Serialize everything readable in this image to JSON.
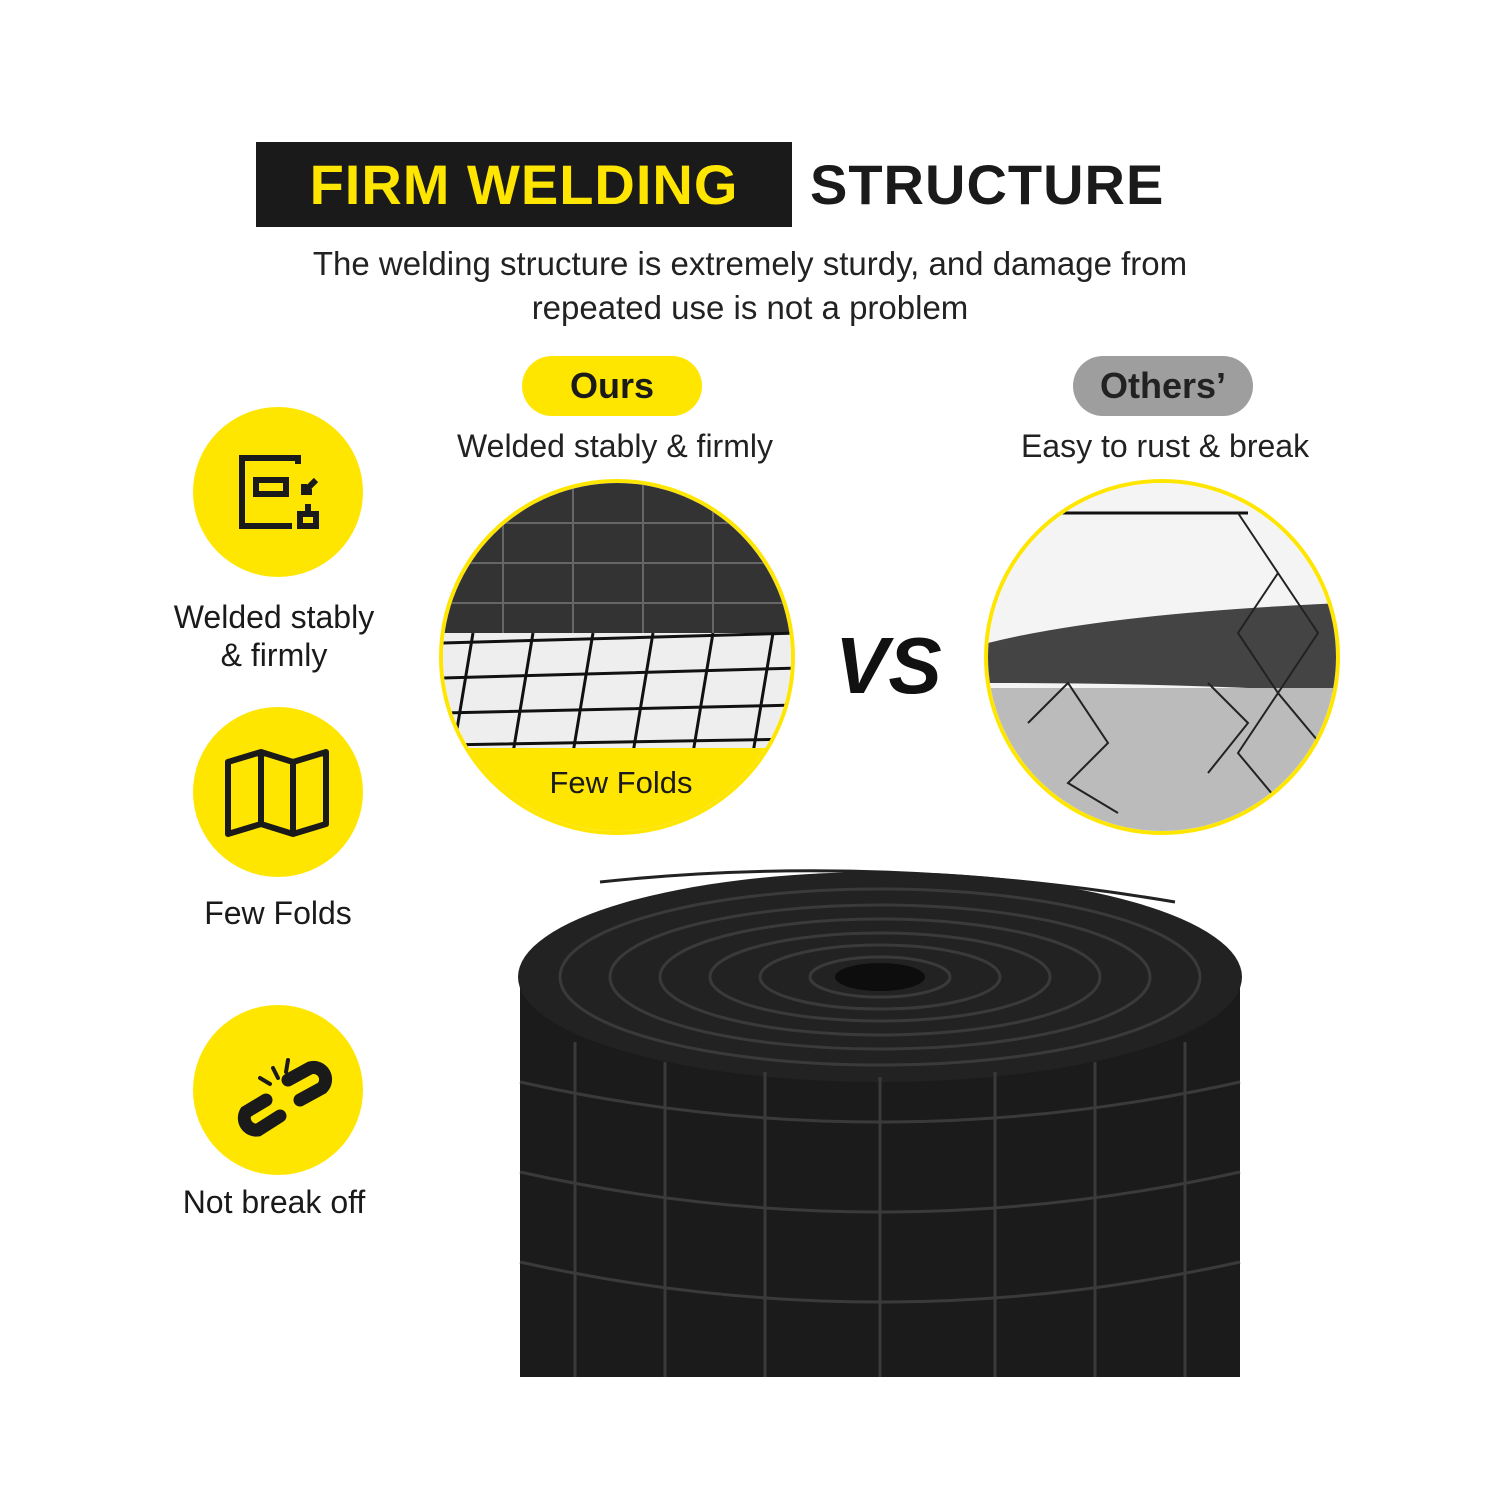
{
  "header": {
    "title_highlight": "FIRM WELDING",
    "title_rest": "STRUCTURE",
    "subtitle_line1": "The welding structure is extremely sturdy, and damage from",
    "subtitle_line2": "repeated use is not a problem"
  },
  "comparison": {
    "ours_label": "Ours",
    "ours_caption": "Welded stably & firmly",
    "ours_photo_caption": "Few Folds",
    "vs": "VS",
    "others_label": "Others’",
    "others_caption": "Easy to rust & break"
  },
  "features": [
    {
      "icon": "weld-icon",
      "label_line1": "Welded stably",
      "label_line2": "& firmly"
    },
    {
      "icon": "folded-map-icon",
      "label_line1": "Few Folds"
    },
    {
      "icon": "broken-chain-icon",
      "label_line1": "Not break off"
    }
  ],
  "colors": {
    "accent": "#ffe600",
    "dark": "#1a1a1a",
    "gray": "#9e9e9e"
  }
}
